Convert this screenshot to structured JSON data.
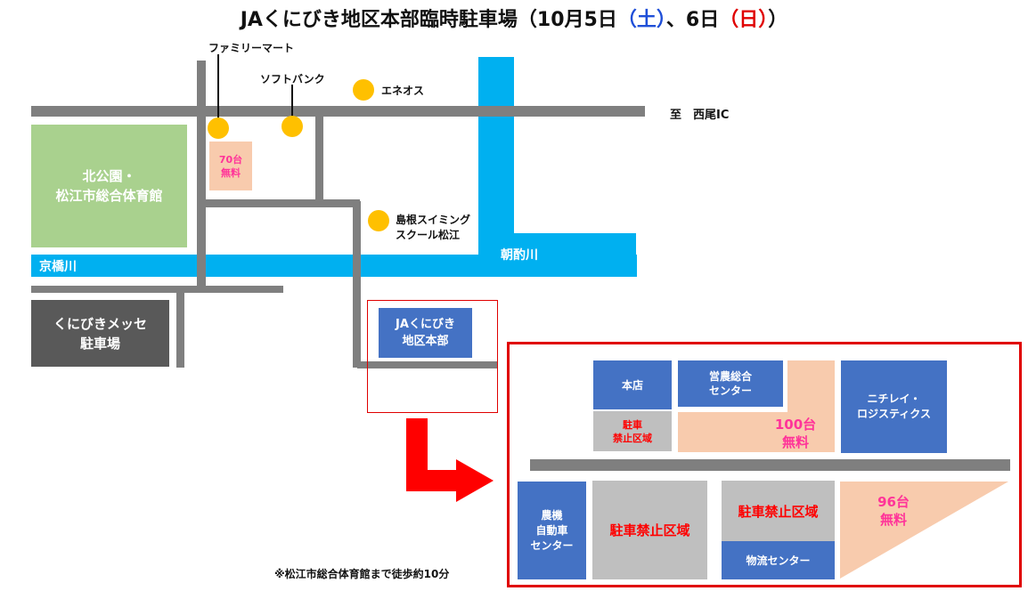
{
  "title": {
    "main": "JAくにびき地区本部臨時駐車場（10月5日",
    "sat_open": "（",
    "sat_char": "土",
    "sat_close": "）",
    "sep": "、6日",
    "sun_open": "（",
    "sun_char": "日",
    "sun_close": "）",
    "end": "）",
    "sat_color": "#1f4fd8",
    "sun_color": "#e00000"
  },
  "map": {
    "family_mart": "ファミリーマート",
    "softbank": "ソフトバンク",
    "eneos": "エネオス",
    "to_nishio": "至　西尾IC",
    "parking_70": [
      "70台",
      "無料"
    ],
    "kita_koen": [
      "北公園・",
      "松江市総合体育館"
    ],
    "shimane_swim": [
      "島根スイミング",
      "スクール松江"
    ],
    "asakumi_river": "朝酌川",
    "kyobashi_river": "京橋川",
    "messe": [
      "くにびきメッセ",
      "駐車場"
    ],
    "ja_honbu": [
      "JAくにびき",
      "地区本部"
    ],
    "note": "※松江市総合体育館まで徒歩約10分"
  },
  "detail": {
    "honten": "本店",
    "einou": [
      "営農総合",
      "センター"
    ],
    "nichirei": [
      "ニチレイ・",
      "ロジスティクス"
    ],
    "no_parking_small": [
      "駐車",
      "禁止区域"
    ],
    "parking_100": [
      "100台",
      "無料"
    ],
    "nouki": [
      "農機",
      "自動車",
      "センター"
    ],
    "no_parking_1": "駐車禁止区域",
    "no_parking_2": "駐車禁止区域",
    "butsuryu": "物流センター",
    "parking_96": [
      "96台",
      "無料"
    ]
  },
  "colors": {
    "road": "#7f7f7f",
    "river": "#00b0f0",
    "building": "#4472c4",
    "park": "#a9d18e",
    "messe": "#595959",
    "parking": "#f8cbad",
    "no_parking": "#bfbfbf",
    "poi": "#ffc000",
    "frame": "#e00000",
    "count_text": "#ff3399"
  }
}
